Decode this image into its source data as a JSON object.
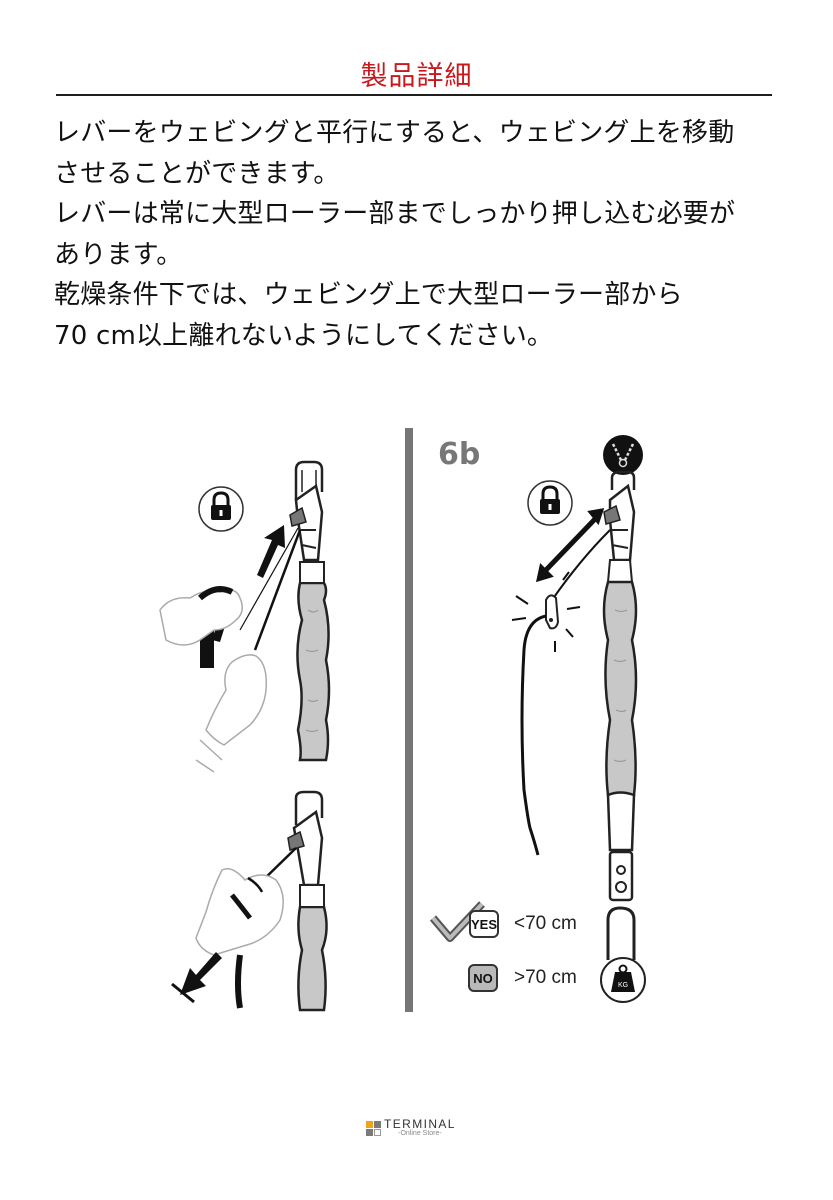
{
  "header": {
    "title": "製品詳細",
    "title_color": "#c8191e"
  },
  "body": {
    "lines": [
      "レバーをウェビングと平行にすると、ウェビング上を移動",
      "させることができます。",
      "レバーは常に大型ローラー部までしっかり押し込む必要が",
      "あります。",
      "乾燥条件下では、ウェビング上で大型ローラー部から",
      "70 cm以上離れないようにしてください。"
    ]
  },
  "illustration": {
    "left_panel": {
      "top_figure": {
        "icon": "padlock-locked-icon",
        "description": "hand pushing lever up toward roller"
      },
      "bottom_figure": {
        "description": "hand pulling strap down"
      }
    },
    "right_panel": {
      "step_label": "6b",
      "icons": [
        "anchor-chain-icon",
        "padlock-locked-icon",
        "kg-weight-icon"
      ],
      "legend": [
        {
          "badge": "YES",
          "check": true,
          "text": "<70 cm"
        },
        {
          "badge": "NO",
          "check": false,
          "text": ">70 cm"
        }
      ]
    },
    "divider_color": "#767676",
    "sleeve_color": "#c8c8c8"
  },
  "footer": {
    "brand": "TERMINAL",
    "subtitle": "-Online Store-",
    "logo_colors": [
      "#f0a21c",
      "#7a7a7a",
      "#7a7a7a",
      "#ffffff"
    ]
  }
}
